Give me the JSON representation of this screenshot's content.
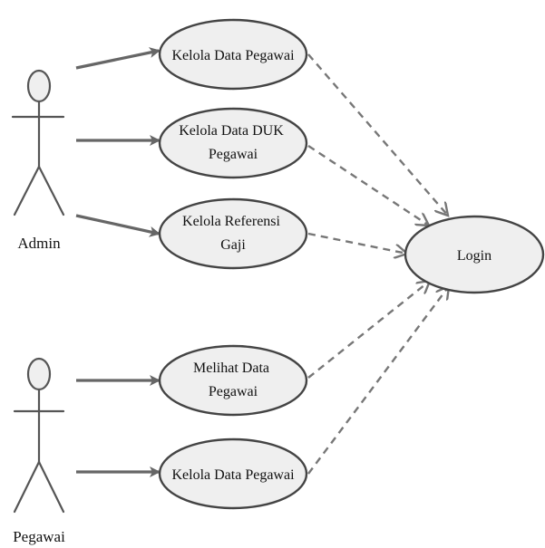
{
  "actors": {
    "admin": "Admin",
    "pegawai": "Pegawai"
  },
  "use_cases": {
    "uc1": [
      "Kelola Data Pegawai"
    ],
    "uc2": [
      "Kelola Data DUK",
      "Pegawai"
    ],
    "uc3": [
      "Kelola Referensi",
      "Gaji"
    ],
    "uc4": [
      "Melihat Data",
      "Pegawai"
    ],
    "uc5": [
      "Kelola Data Pegawai"
    ],
    "login": [
      "Login"
    ]
  },
  "colors": {
    "usecase_fill": "#efefef",
    "line": "#666666",
    "text": "#111111"
  }
}
